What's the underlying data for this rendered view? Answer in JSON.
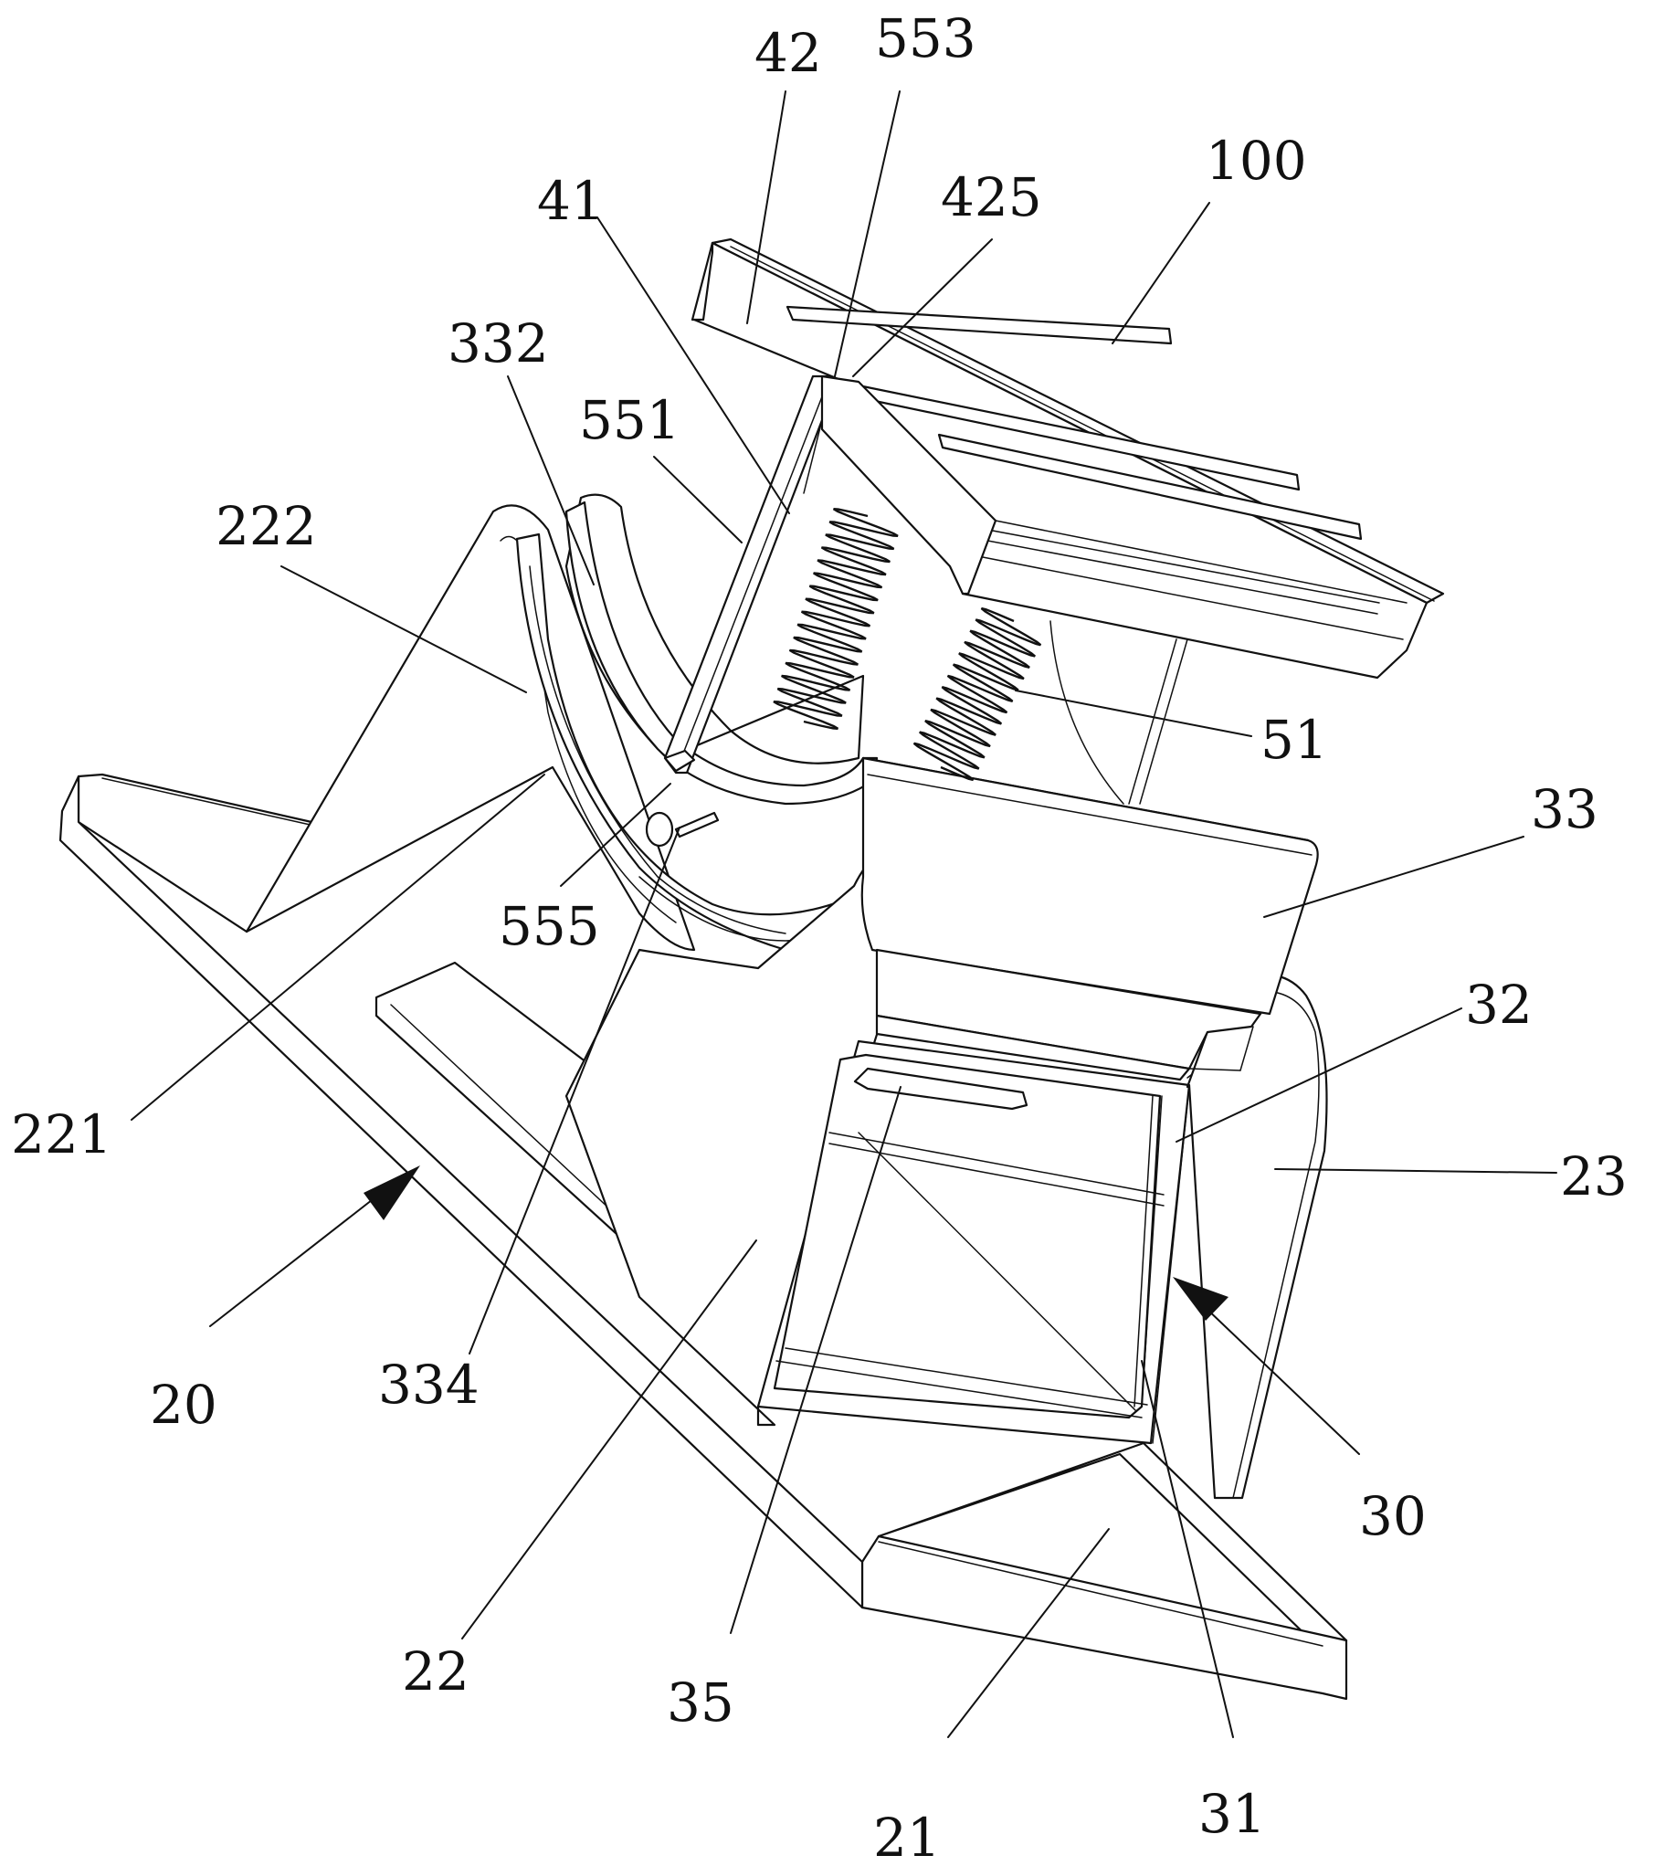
{
  "figure": {
    "labels": [
      "42",
      "553",
      "100",
      "41",
      "425",
      "332",
      "551",
      "222",
      "51",
      "33",
      "555",
      "32",
      "221",
      "23",
      "20",
      "334",
      "30",
      "22",
      "35",
      "21",
      "31"
    ]
  }
}
